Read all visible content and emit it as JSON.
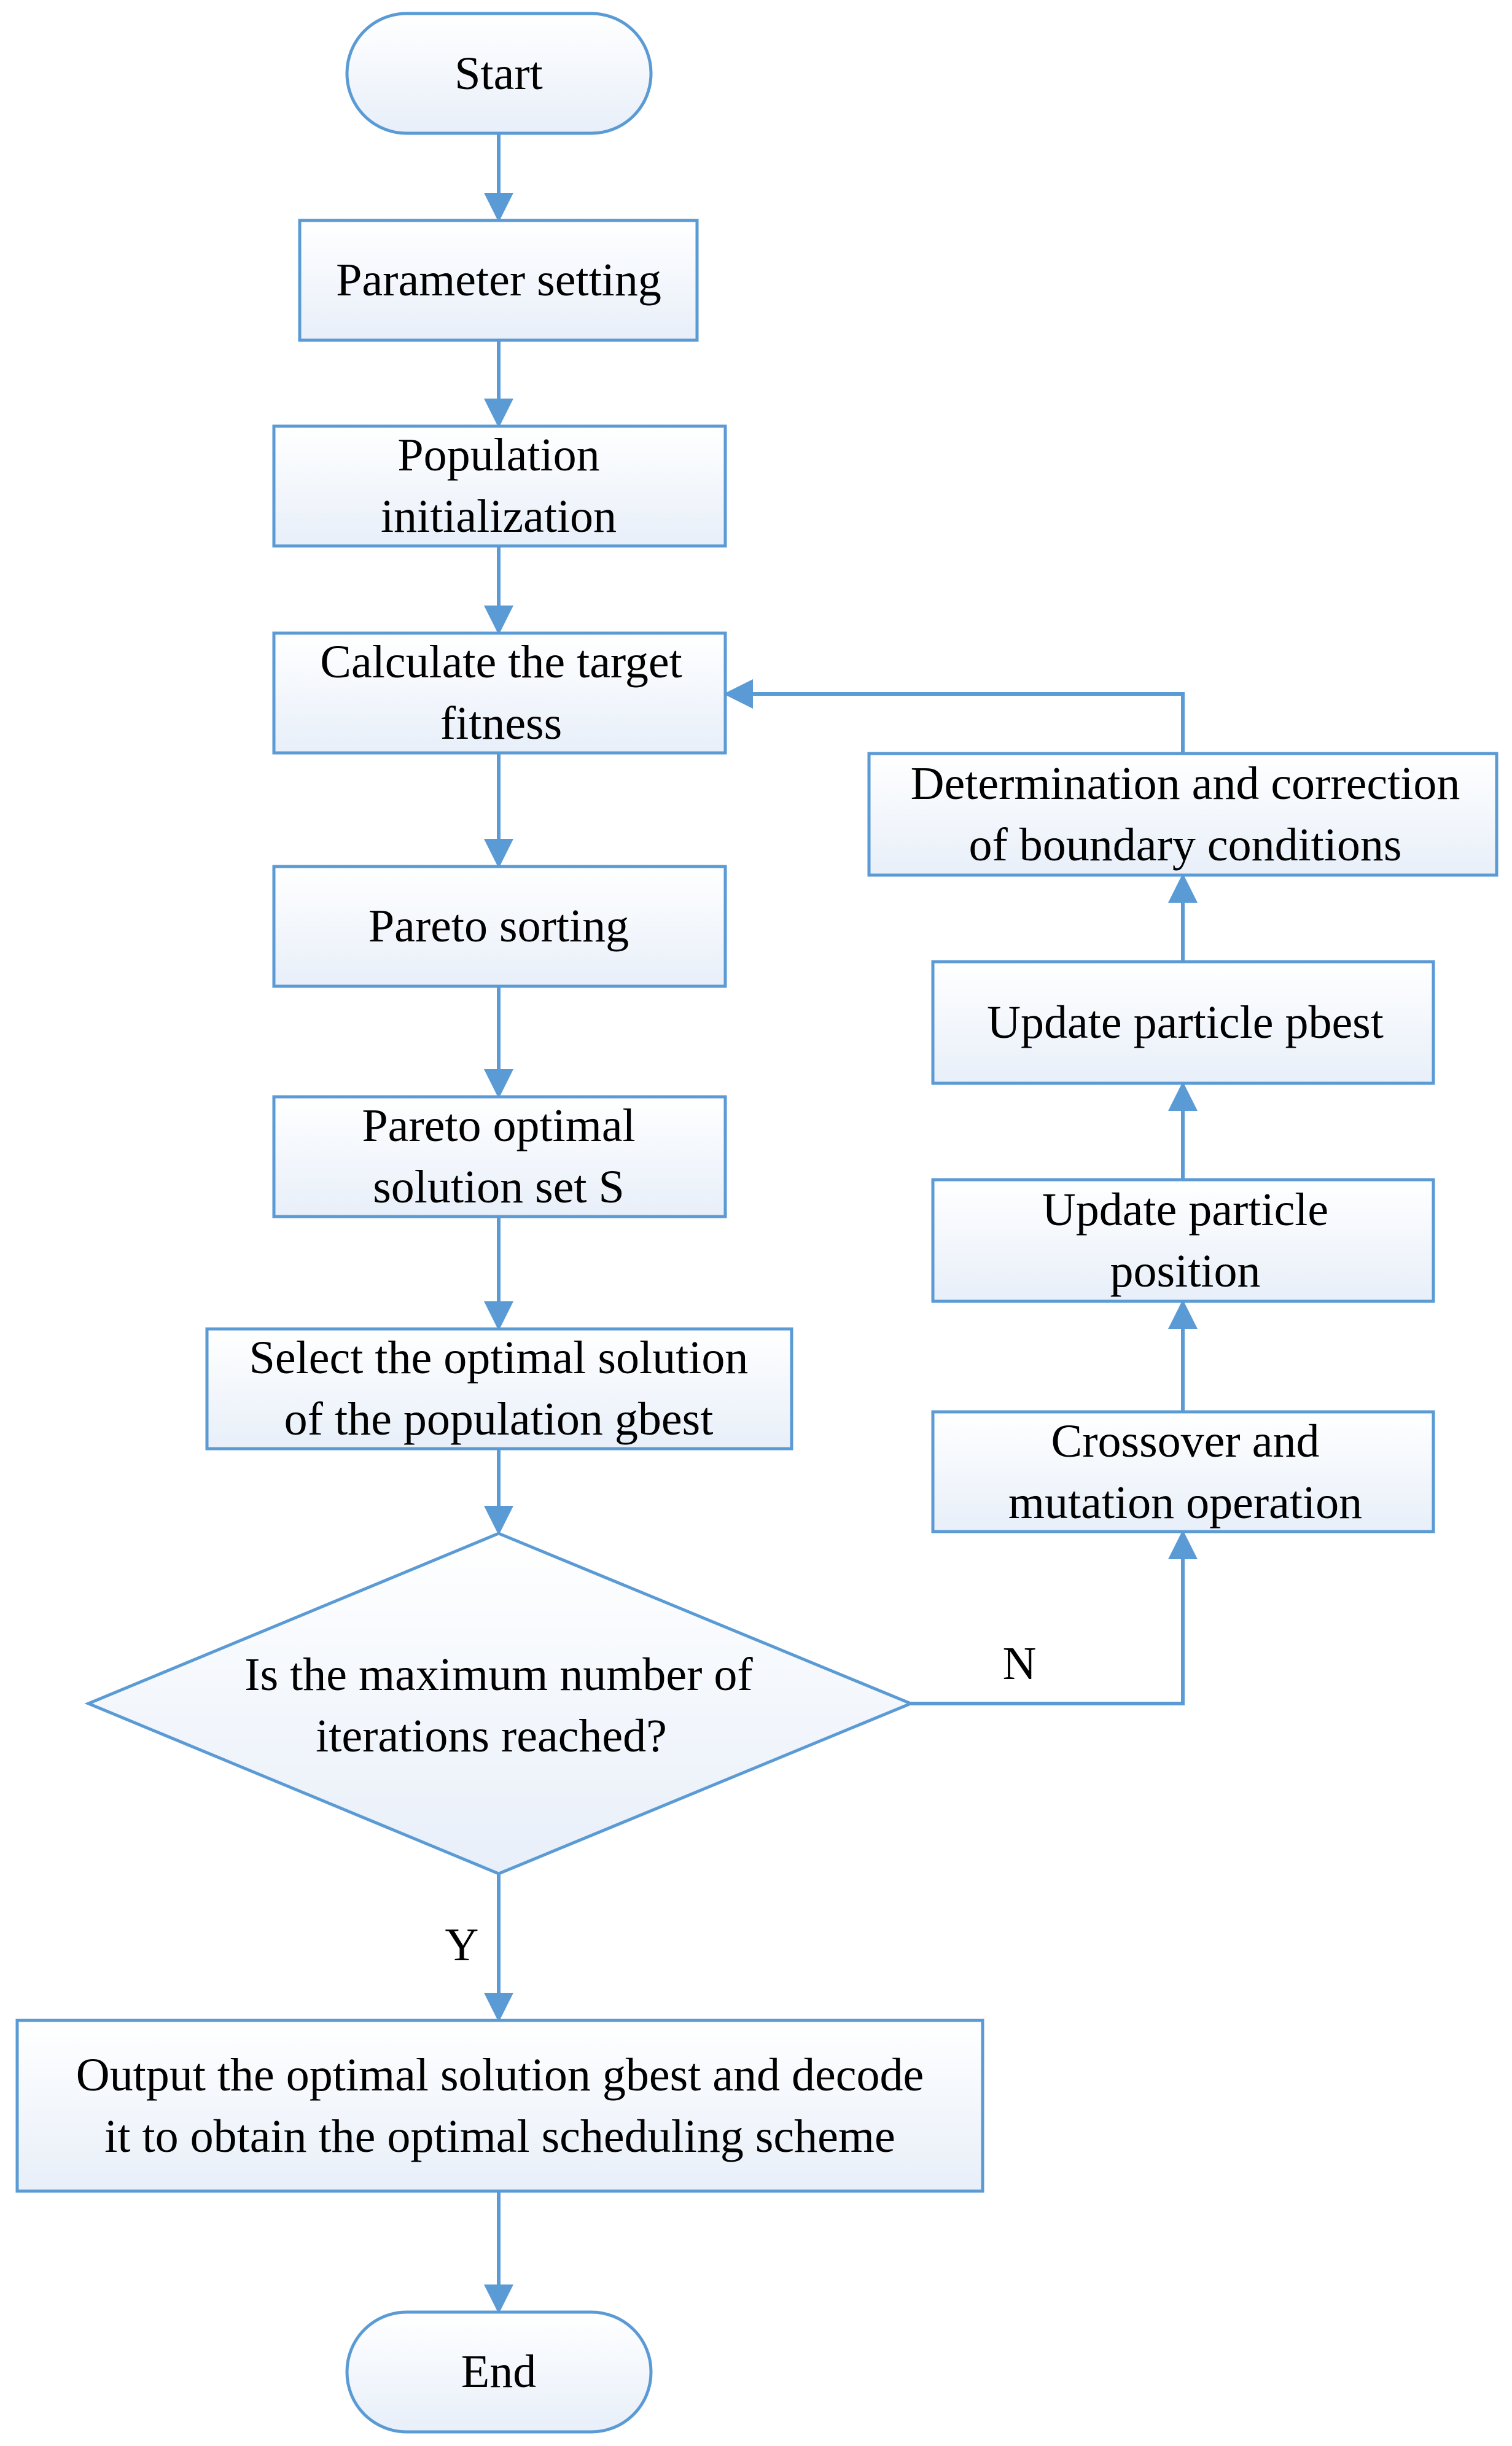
{
  "diagram": {
    "colors": {
      "stroke": "#5B9BD5",
      "fill_top": "#FFFFFF",
      "fill_bottom": "#E8EFF9",
      "text": "#000000"
    },
    "nodes": {
      "start": {
        "lines": [
          "Start"
        ]
      },
      "parameter_setting": {
        "lines": [
          "Parameter setting"
        ]
      },
      "population_init": {
        "lines": [
          "Population",
          "initialization"
        ]
      },
      "calc_fitness": {
        "lines": [
          "Calculate the target",
          "fitness"
        ]
      },
      "pareto_sorting": {
        "lines": [
          "Pareto sorting"
        ]
      },
      "pareto_set": {
        "lines": [
          "Pareto optimal",
          "solution set S"
        ]
      },
      "select_gbest": {
        "lines": [
          "Select the optimal solution",
          "of the population gbest"
        ]
      },
      "max_iter": {
        "lines": [
          "Is the maximum number of",
          "iterations reached?"
        ]
      },
      "output": {
        "lines": [
          "Output the optimal solution gbest and decode",
          "it to obtain the optimal scheduling scheme"
        ]
      },
      "end": {
        "lines": [
          "End"
        ]
      },
      "crossover": {
        "lines": [
          "Crossover and",
          "mutation operation"
        ]
      },
      "update_position": {
        "lines": [
          "Update particle",
          "position"
        ]
      },
      "update_pbest": {
        "lines": [
          "Update particle pbest"
        ]
      },
      "boundary": {
        "lines": [
          "Determination and correction",
          "of boundary conditions"
        ]
      }
    },
    "edge_labels": {
      "no": "N",
      "yes": "Y"
    }
  }
}
